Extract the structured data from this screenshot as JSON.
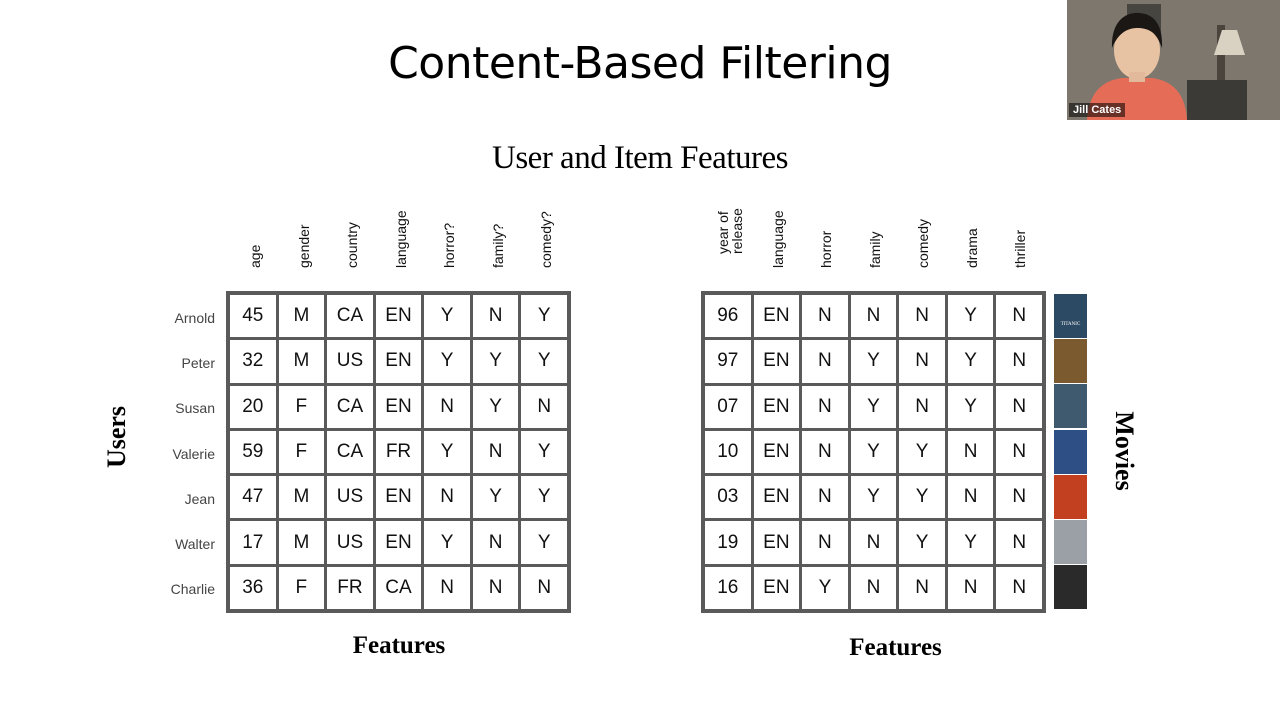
{
  "slide": {
    "title": "Content-Based Filtering",
    "subtitle": "User and Item Features",
    "users_axis_label": "Users",
    "movies_axis_label": "Movies",
    "left_features_label": "Features",
    "right_features_label": "Features"
  },
  "user_table": {
    "columns": [
      "age",
      "gender",
      "country",
      "language",
      "horror?",
      "family?",
      "comedy?"
    ],
    "rows": [
      {
        "name": "Arnold",
        "values": [
          "45",
          "M",
          "CA",
          "EN",
          "Y",
          "N",
          "Y"
        ]
      },
      {
        "name": "Peter",
        "values": [
          "32",
          "M",
          "US",
          "EN",
          "Y",
          "Y",
          "Y"
        ]
      },
      {
        "name": "Susan",
        "values": [
          "20",
          "F",
          "CA",
          "EN",
          "N",
          "Y",
          "N"
        ]
      },
      {
        "name": "Valerie",
        "values": [
          "59",
          "F",
          "CA",
          "FR",
          "Y",
          "N",
          "Y"
        ]
      },
      {
        "name": "Jean",
        "values": [
          "47",
          "M",
          "US",
          "EN",
          "N",
          "Y",
          "Y"
        ]
      },
      {
        "name": "Walter",
        "values": [
          "17",
          "M",
          "US",
          "EN",
          "Y",
          "N",
          "Y"
        ]
      },
      {
        "name": "Charlie",
        "values": [
          "36",
          "F",
          "FR",
          "CA",
          "N",
          "N",
          "N"
        ]
      }
    ]
  },
  "movie_table": {
    "columns": [
      "year of release",
      "language",
      "horror",
      "family",
      "comedy",
      "drama",
      "thriller"
    ],
    "rows": [
      {
        "values": [
          "96",
          "EN",
          "N",
          "N",
          "N",
          "Y",
          "N"
        ],
        "poster_color": "#2c4a63",
        "poster_text": "TITANIC"
      },
      {
        "values": [
          "97",
          "EN",
          "N",
          "Y",
          "N",
          "Y",
          "N"
        ],
        "poster_color": "#7a5a2e",
        "poster_text": ""
      },
      {
        "values": [
          "07",
          "EN",
          "N",
          "Y",
          "N",
          "Y",
          "N"
        ],
        "poster_color": "#3f5a6e",
        "poster_text": ""
      },
      {
        "values": [
          "10",
          "EN",
          "N",
          "Y",
          "Y",
          "N",
          "N"
        ],
        "poster_color": "#2d4f86",
        "poster_text": ""
      },
      {
        "values": [
          "03",
          "EN",
          "N",
          "Y",
          "Y",
          "N",
          "N"
        ],
        "poster_color": "#c2401f",
        "poster_text": ""
      },
      {
        "values": [
          "19",
          "EN",
          "N",
          "N",
          "Y",
          "Y",
          "N"
        ],
        "poster_color": "#9aa0a6",
        "poster_text": ""
      },
      {
        "values": [
          "16",
          "EN",
          "Y",
          "N",
          "N",
          "N",
          "N"
        ],
        "poster_color": "#2a2a2a",
        "poster_text": ""
      }
    ]
  },
  "video": {
    "speaker_name": "Jill Cates"
  }
}
